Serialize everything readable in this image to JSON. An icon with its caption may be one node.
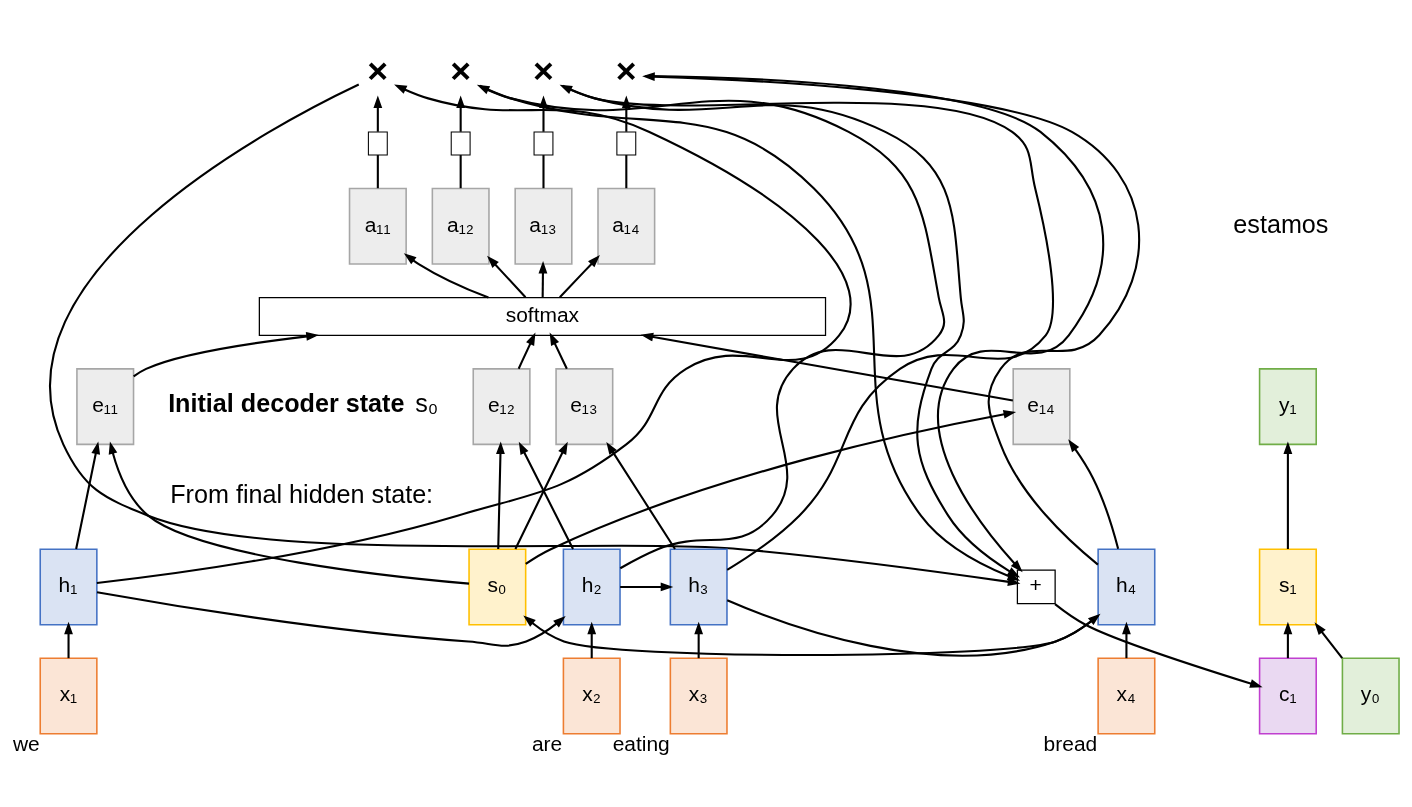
{
  "diagram": {
    "nodes": [
      {
        "text": [
          "×"
        ]
      },
      {
        "text": [
          "×"
        ]
      },
      {
        "text": [
          "×"
        ]
      },
      {
        "text": [
          "×"
        ]
      },
      {
        "text": [],
        "shape": "box"
      },
      {
        "text": [],
        "shape": "box"
      },
      {
        "text": [],
        "shape": "box"
      },
      {
        "text": [],
        "shape": "box"
      },
      {
        "text": [
          "a₁₁"
        ]
      },
      {
        "text": [
          "a₁₂"
        ]
      },
      {
        "text": [
          "a₁₃"
        ]
      },
      {
        "text": [
          "a₁₄"
        ]
      },
      {
        "text": [
          "softmax"
        ]
      },
      {
        "text": [
          "e₁₁"
        ]
      },
      {
        "text": [
          "e₁₂"
        ]
      },
      {
        "text": [
          "e₁₃"
        ]
      },
      {
        "text": [
          "e₁₄"
        ]
      },
      {
        "text": [
          "h₁"
        ]
      },
      {
        "text": [
          "h₂"
        ]
      },
      {
        "text": [
          "h₃"
        ]
      },
      {
        "text": [
          "h₄"
        ]
      },
      {
        "text": [
          "s₀"
        ]
      },
      {
        "text": [
          "x₁"
        ],
        "beside": [
          "we"
        ]
      },
      {
        "text": [
          "x₂"
        ],
        "beside": [
          "are"
        ]
      },
      {
        "text": [
          "x₃"
        ],
        "beside": [
          "eating"
        ]
      },
      {
        "text": [
          "x₄"
        ],
        "beside": [
          "bread"
        ]
      },
      {
        "text": [
          "+"
        ]
      },
      {
        "text": [
          "y₁"
        ]
      },
      {
        "text": [
          "s₁"
        ]
      },
      {
        "text": [
          "c₁"
        ]
      },
      {
        "text": [
          "y₀"
        ]
      }
    ],
    "edges": [
      {
        "from": 22,
        "to": 17,
        "arrow": "to"
      },
      {
        "from": 23,
        "to": 18,
        "arrow": "to"
      },
      {
        "from": 24,
        "to": 19,
        "arrow": "to"
      },
      {
        "from": 25,
        "to": 20,
        "arrow": "to"
      },
      {
        "from": 17,
        "to": 18,
        "arrow": "to"
      },
      {
        "from": 18,
        "to": 19,
        "arrow": "to"
      },
      {
        "from": 19,
        "to": 20,
        "arrow": "to"
      },
      {
        "from": 20,
        "to": 21,
        "arrow": "to"
      },
      {
        "from": 17,
        "to": 13,
        "arrow": "to"
      },
      {
        "from": 18,
        "to": 14,
        "arrow": "to"
      },
      {
        "from": 19,
        "to": 15,
        "arrow": "to"
      },
      {
        "from": 20,
        "to": 16,
        "arrow": "to"
      },
      {
        "from": 21,
        "to": 13,
        "arrow": "to"
      },
      {
        "from": 21,
        "to": 14,
        "arrow": "to"
      },
      {
        "from": 21,
        "to": 15,
        "arrow": "to"
      },
      {
        "from": 21,
        "to": 16,
        "arrow": "to"
      },
      {
        "from": 13,
        "to": 12,
        "arrow": "to"
      },
      {
        "from": 14,
        "to": 12,
        "arrow": "to"
      },
      {
        "from": 15,
        "to": 12,
        "arrow": "to"
      },
      {
        "from": 16,
        "to": 12,
        "arrow": "to"
      },
      {
        "from": 12,
        "to": 8,
        "arrow": "to"
      },
      {
        "from": 12,
        "to": 9,
        "arrow": "to"
      },
      {
        "from": 12,
        "to": 10,
        "arrow": "to"
      },
      {
        "from": 12,
        "to": 11,
        "arrow": "to"
      },
      {
        "from": 8,
        "to": 4,
        "arrow": "none"
      },
      {
        "from": 9,
        "to": 5,
        "arrow": "none"
      },
      {
        "from": 10,
        "to": 6,
        "arrow": "none"
      },
      {
        "from": 11,
        "to": 7,
        "arrow": "none"
      },
      {
        "from": 4,
        "to": 0,
        "arrow": "to"
      },
      {
        "from": 5,
        "to": 1,
        "arrow": "to"
      },
      {
        "from": 6,
        "to": 2,
        "arrow": "to"
      },
      {
        "from": 7,
        "to": 3,
        "arrow": "to"
      },
      {
        "from": 17,
        "to": 0,
        "arrow": "to"
      },
      {
        "from": 18,
        "to": 1,
        "arrow": "to"
      },
      {
        "from": 19,
        "to": 2,
        "arrow": "to"
      },
      {
        "from": 20,
        "to": 3,
        "arrow": "to"
      },
      {
        "from": 0,
        "to": 26,
        "arrow": "to"
      },
      {
        "from": 1,
        "to": 26,
        "arrow": "to"
      },
      {
        "from": 2,
        "to": 26,
        "arrow": "to"
      },
      {
        "from": 3,
        "to": 26,
        "arrow": "to"
      },
      {
        "from": 26,
        "to": 29,
        "arrow": "to"
      },
      {
        "from": 29,
        "to": 28,
        "arrow": "to"
      },
      {
        "from": 30,
        "to": 28,
        "arrow": "to"
      },
      {
        "from": 28,
        "to": 27,
        "arrow": "to"
      }
    ],
    "labels": [
      "From final hidden state:",
      "**Initial decoder state** s₀",
      "estamos"
    ]
  }
}
